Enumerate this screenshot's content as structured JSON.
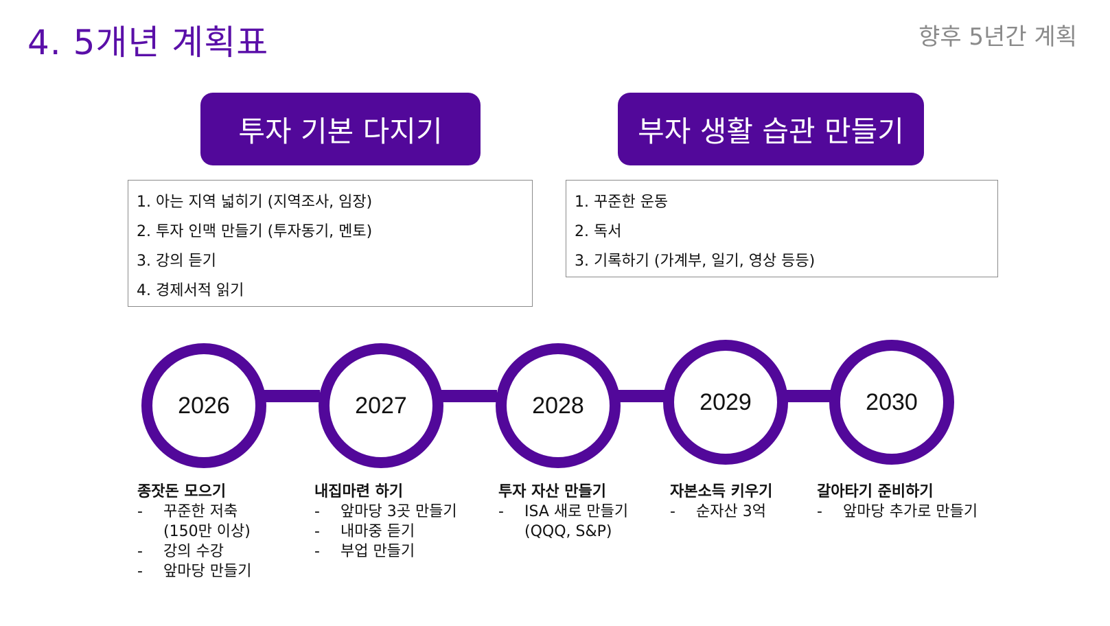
{
  "header": {
    "title": "4. 5개년 계획표",
    "subtitle": "향후 5년간 계획"
  },
  "colors": {
    "accent": "#52089a",
    "title": "#5a0fa8",
    "subtitle": "#8a8a8a"
  },
  "sections": [
    {
      "heading": "투자 기본 다지기",
      "items": [
        "1. 아는 지역 넓히기 (지역조사, 임장)",
        "2. 투자 인맥 만들기 (투자동기, 멘토)",
        "3. 강의 듣기",
        "4. 경제서적 읽기"
      ]
    },
    {
      "heading": "부자 생활 습관 만들기",
      "items": [
        "1. 꾸준한 운동",
        "2. 독서",
        "3. 기록하기 (가계부, 일기, 영상 등등)"
      ]
    }
  ],
  "timeline": {
    "years": [
      "2026",
      "2027",
      "2028",
      "2029",
      "2030"
    ],
    "goals": [
      {
        "title": "종잣돈 모으기",
        "bullets": [
          "꾸준한 저축",
          "(150만 이상)",
          "강의 수강",
          "앞마당 만들기"
        ]
      },
      {
        "title": "내집마련 하기",
        "bullets": [
          "앞마당 3곳 만들기",
          "내마중 듣기",
          "부업 만들기"
        ]
      },
      {
        "title": "투자 자산 만들기",
        "bullets": [
          "ISA 새로 만들기",
          "(QQQ, S&P)"
        ]
      },
      {
        "title": "자본소득 키우기",
        "bullets": [
          "순자산 3억"
        ]
      },
      {
        "title": "갈아타기 준비하기",
        "bullets": [
          "앞마당 추가로 만들기"
        ]
      }
    ],
    "bullet_marker": "-"
  }
}
